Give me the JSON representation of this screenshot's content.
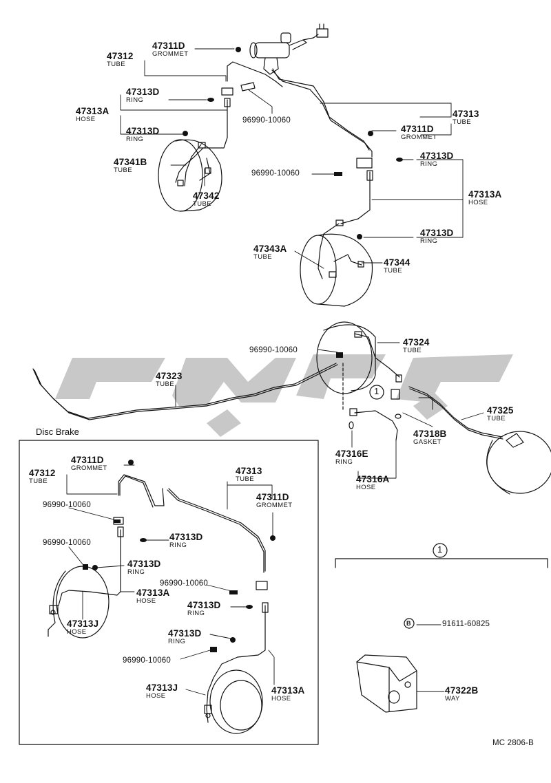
{
  "section_label": "Disc Brake",
  "figure_code": "MC 2806-B",
  "callout_number": "1",
  "bolt_symbol": "B",
  "bolt_part": "91611-60825",
  "parts": {
    "p47311D_a": {
      "number": "47311D",
      "name": "GROMMET"
    },
    "p47312_a": {
      "number": "47312",
      "name": "TUBE"
    },
    "p47313D_a": {
      "number": "47313D",
      "name": "RING"
    },
    "p47313A_a": {
      "number": "47313A",
      "name": "HOSE"
    },
    "p47313D_b": {
      "number": "47313D",
      "name": "RING"
    },
    "p96990_a": {
      "number": "96990-10060"
    },
    "p47313_a": {
      "number": "47313",
      "name": "TUBE"
    },
    "p47311D_b": {
      "number": "47311D",
      "name": "GROMMET"
    },
    "p47341B": {
      "number": "47341B",
      "name": "TUBE"
    },
    "p47342": {
      "number": "47342",
      "name": "TUBE"
    },
    "p96990_b": {
      "number": "96990-10060"
    },
    "p47313D_c": {
      "number": "47313D",
      "name": "RING"
    },
    "p47313A_b": {
      "number": "47313A",
      "name": "HOSE"
    },
    "p47313D_d": {
      "number": "47313D",
      "name": "RING"
    },
    "p47343A": {
      "number": "47343A",
      "name": "TUBE"
    },
    "p47344": {
      "number": "47344",
      "name": "TUBE"
    },
    "p96990_c": {
      "number": "96990-10060"
    },
    "p47324": {
      "number": "47324",
      "name": "TUBE"
    },
    "p47323": {
      "number": "47323",
      "name": "TUBE"
    },
    "p47325": {
      "number": "47325",
      "name": "TUBE"
    },
    "p47318B": {
      "number": "47318B",
      "name": "GASKET"
    },
    "p47316E": {
      "number": "47316E",
      "name": "RING"
    },
    "p47316A": {
      "number": "47316A",
      "name": "HOSE"
    },
    "d47311D_a": {
      "number": "47311D",
      "name": "GROMMET"
    },
    "d47312": {
      "number": "47312",
      "name": "TUBE"
    },
    "d47313": {
      "number": "47313",
      "name": "TUBE"
    },
    "d47311D_b": {
      "number": "47311D",
      "name": "GROMMET"
    },
    "d96990_a": {
      "number": "96990-10060"
    },
    "d47313D_a": {
      "number": "47313D",
      "name": "RING"
    },
    "d96990_b": {
      "number": "96990-10060"
    },
    "d47313D_b": {
      "number": "47313D",
      "name": "RING"
    },
    "d47313A_a": {
      "number": "47313A",
      "name": "HOSE"
    },
    "d47313J_a": {
      "number": "47313J",
      "name": "HOSE"
    },
    "d96990_c": {
      "number": "96990-10060"
    },
    "d47313D_c": {
      "number": "47313D",
      "name": "RING"
    },
    "d47313D_d": {
      "number": "47313D",
      "name": "RING"
    },
    "d96990_d": {
      "number": "96990-10060"
    },
    "d47313J_b": {
      "number": "47313J",
      "name": "HOSE"
    },
    "d47313A_b": {
      "number": "47313A",
      "name": "HOSE"
    },
    "p47322B": {
      "number": "47322B",
      "name": "WAY"
    }
  }
}
